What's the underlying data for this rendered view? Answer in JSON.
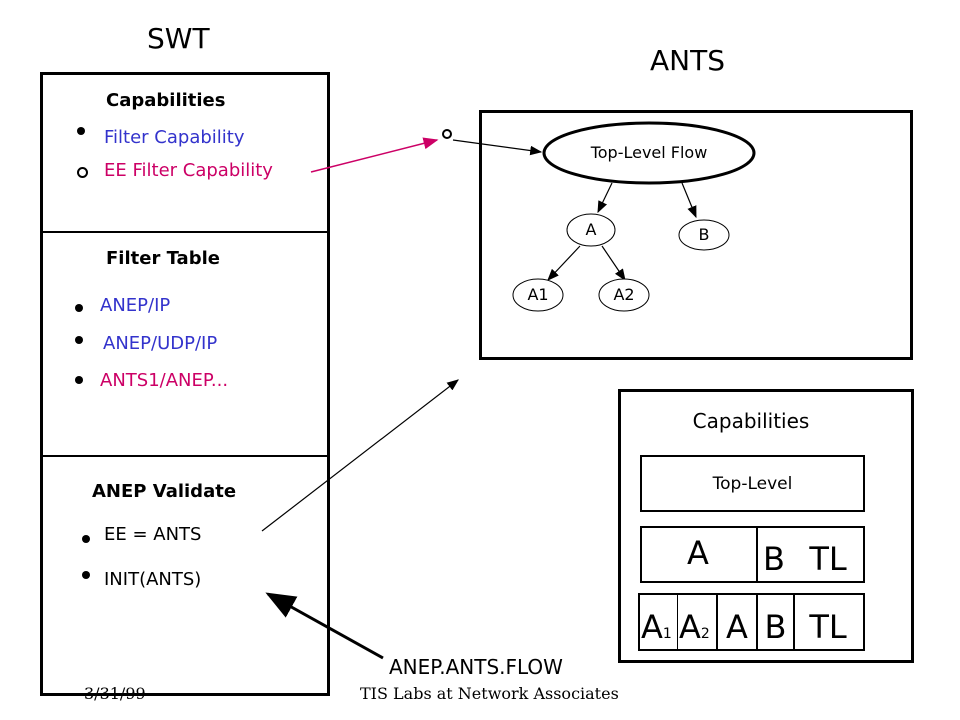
{
  "swt": {
    "title": "SWT",
    "capabilities": {
      "heading": "Capabilities",
      "items": [
        {
          "label": "Filter Capability",
          "marker": "filled-dot",
          "color": "#3333cc"
        },
        {
          "label": "EE Filter Capability",
          "marker": "hollow-circle",
          "color": "#cc0066"
        }
      ]
    },
    "filter_table": {
      "heading": "Filter Table",
      "items": [
        {
          "label": "ANEP/IP",
          "color": "#3333cc"
        },
        {
          "label": "ANEP/UDP/IP",
          "color": "#3333cc"
        },
        {
          "label": "ANTS1/ANEP...",
          "color": "#cc0066"
        }
      ]
    },
    "anep_validate": {
      "heading": "ANEP Validate",
      "items": [
        {
          "label": "EE = ANTS"
        },
        {
          "label": "INIT(ANTS)"
        }
      ]
    }
  },
  "ants": {
    "title": "ANTS",
    "flow_tree": {
      "root": "Top-Level Flow",
      "a": "A",
      "b": "B",
      "a1": "A1",
      "a2": "A2"
    },
    "capabilities_box": {
      "heading": "Capabilities",
      "top_level": "Top-Level",
      "row1": [
        "A",
        "B",
        "TL"
      ],
      "row2": {
        "a1_base": "A",
        "a1_sub": "1",
        "a2_base": "A",
        "a2_sub": "2",
        "a": "A",
        "b": "B",
        "tl": "TL"
      }
    }
  },
  "flow_label": "ANEP.ANTS.FLOW",
  "footer": {
    "date": "3/31/99",
    "org": "TIS Labs at Network Associates"
  },
  "colors": {
    "blue": "#3333cc",
    "magenta": "#cc0066"
  }
}
